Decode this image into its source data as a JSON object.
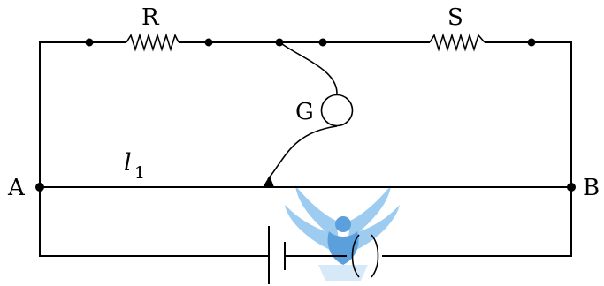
{
  "diagram": {
    "labels": {
      "resistor_r": "R",
      "resistor_s": "S",
      "galvanometer": "G",
      "end_a": "A",
      "end_b": "B",
      "length_symbol": "l",
      "length_subscript": "1"
    },
    "components": {
      "resistor_r": "resistor",
      "resistor_s": "resistor",
      "galvanometer": "galvanometer",
      "cell": "battery-cell",
      "key": "plug-key",
      "wire_ab": "slide-wire",
      "jockey": "jockey-arrow"
    },
    "watermark": {
      "name": "eagle-logo-watermark",
      "colors": [
        "#3f8fd6",
        "#8cc4ee",
        "#cfe6f8"
      ]
    }
  }
}
